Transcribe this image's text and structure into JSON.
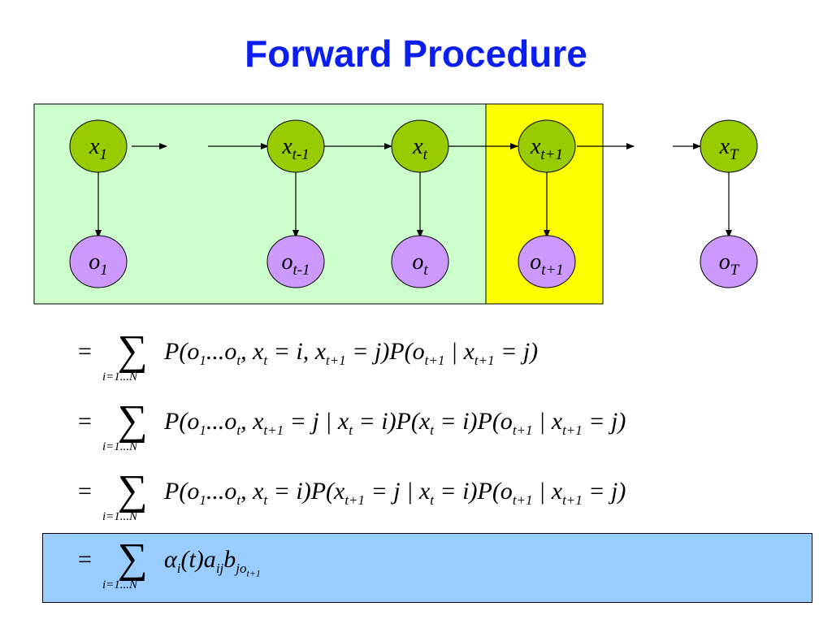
{
  "title": "Forward Procedure",
  "colors": {
    "title": "#0a1ef0",
    "green_region": "#ccffcc",
    "yellow_region": "#ffff00",
    "hidden_node": "#99cc00",
    "observed_node": "#cc99ff",
    "equation_highlight": "#99ccff"
  },
  "hidden_nodes": [
    {
      "base": "x",
      "sub": "1"
    },
    {
      "base": "x",
      "sub": "t-1"
    },
    {
      "base": "x",
      "sub": "t"
    },
    {
      "base": "x",
      "sub": "t+1"
    },
    {
      "base": "x",
      "sub": "T"
    }
  ],
  "observed_nodes": [
    {
      "base": "o",
      "sub": "1"
    },
    {
      "base": "o",
      "sub": "t-1"
    },
    {
      "base": "o",
      "sub": "t"
    },
    {
      "base": "o",
      "sub": "t+1"
    },
    {
      "base": "o",
      "sub": "T"
    }
  ],
  "equations": {
    "eq1": {
      "sign": "=",
      "range": "i=1...N",
      "segments": [
        {
          "t": "P(o"
        },
        {
          "s": "1"
        },
        {
          "t": "...o"
        },
        {
          "s": "t"
        },
        {
          "t": ", x"
        },
        {
          "s": "t"
        },
        {
          "t": " = i, x"
        },
        {
          "s": "t+1"
        },
        {
          "t": " = j)P(o"
        },
        {
          "s": "t+1"
        },
        {
          "t": " | x"
        },
        {
          "s": "t+1"
        },
        {
          "t": " = j)"
        }
      ]
    },
    "eq2": {
      "sign": "=",
      "range": "i=1...N",
      "segments": [
        {
          "t": "P(o"
        },
        {
          "s": "1"
        },
        {
          "t": "...o"
        },
        {
          "s": "t"
        },
        {
          "t": ", x"
        },
        {
          "s": "t+1"
        },
        {
          "t": " = j | x"
        },
        {
          "s": "t"
        },
        {
          "t": " = i)P(x"
        },
        {
          "s": "t"
        },
        {
          "t": " = i)P(o"
        },
        {
          "s": "t+1"
        },
        {
          "t": " | x"
        },
        {
          "s": "t+1"
        },
        {
          "t": " = j)"
        }
      ]
    },
    "eq3": {
      "sign": "=",
      "range": "i=1...N",
      "segments": [
        {
          "t": "P(o"
        },
        {
          "s": "1"
        },
        {
          "t": "...o"
        },
        {
          "s": "t"
        },
        {
          "t": ", x"
        },
        {
          "s": "t"
        },
        {
          "t": " = i)P(x"
        },
        {
          "s": "t+1"
        },
        {
          "t": " = j | x"
        },
        {
          "s": "t"
        },
        {
          "t": " = i)P(o"
        },
        {
          "s": "t+1"
        },
        {
          "t": " | x"
        },
        {
          "s": "t+1"
        },
        {
          "t": " = j)"
        }
      ]
    },
    "eq4": {
      "sign": "=",
      "range": "i=1...N",
      "segments": [
        {
          "t": "α"
        },
        {
          "s": "i"
        },
        {
          "t": "(t)a"
        },
        {
          "s": "ij"
        },
        {
          "t": "b"
        },
        {
          "s": "jo"
        },
        {
          "s2": "t+1"
        }
      ]
    }
  }
}
